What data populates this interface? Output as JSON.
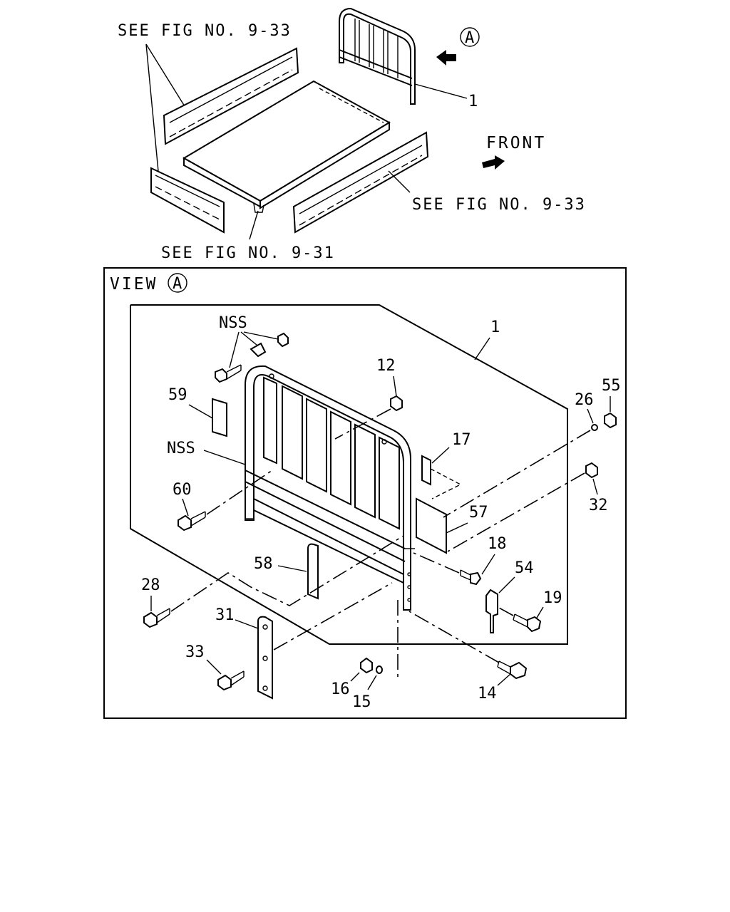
{
  "top": {
    "callout_left": "SEE FIG NO. 9-33",
    "callout_right": "SEE FIG NO. 9-33",
    "callout_bottom": "SEE FIG NO. 9-31",
    "view_marker": "A",
    "front_label": "FRONT",
    "headboard_ref": "1"
  },
  "view": {
    "title": "VIEW",
    "marker": "A",
    "parts": {
      "p1": "1",
      "p12": "12",
      "p14": "14",
      "p15": "15",
      "p16": "16",
      "p17": "17",
      "p18": "18",
      "p19": "19",
      "p26": "26",
      "p28": "28",
      "p31": "31",
      "p32": "32",
      "p33": "33",
      "p54": "54",
      "p55": "55",
      "p57": "57",
      "p58": "58",
      "p59": "59",
      "p60": "60",
      "nss_top": "NSS",
      "nss_frame": "NSS"
    }
  },
  "icons": [
    "view-arrow-icon",
    "front-arrow-icon",
    "circle-marker-icon"
  ],
  "colors": {
    "line": "#000000",
    "background": "#ffffff"
  }
}
